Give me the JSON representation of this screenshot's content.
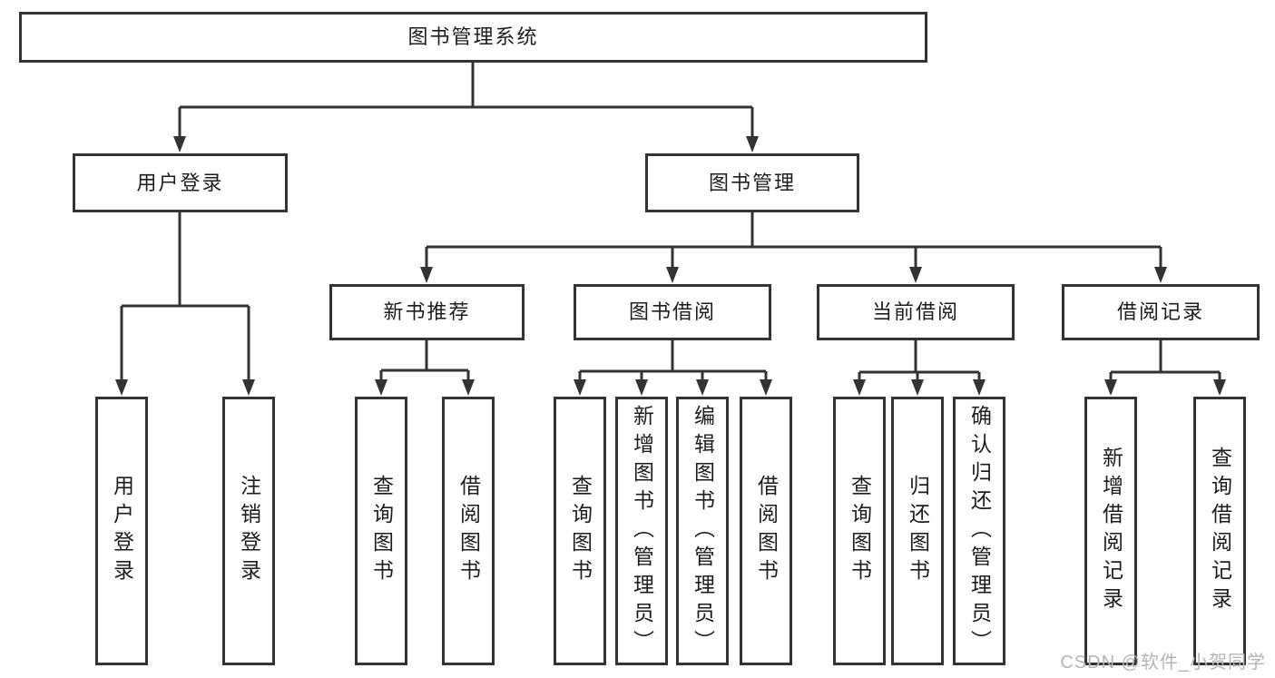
{
  "diagram_type": "functional-structure-tree",
  "tree": {
    "label": "图书管理系统",
    "children": [
      {
        "label": "用户登录",
        "children": [
          {
            "label": "用户登录"
          },
          {
            "label": "注销登录"
          }
        ]
      },
      {
        "label": "图书管理",
        "children": [
          {
            "label": "新书推荐",
            "children": [
              {
                "label": "查询图书"
              },
              {
                "label": "借阅图书"
              }
            ]
          },
          {
            "label": "图书借阅",
            "children": [
              {
                "label": "查询图书"
              },
              {
                "label": "新增图书（管理员）"
              },
              {
                "label": "编辑图书（管理员）"
              },
              {
                "label": "借阅图书"
              }
            ]
          },
          {
            "label": "当前借阅",
            "children": [
              {
                "label": "查询图书"
              },
              {
                "label": "归还图书"
              },
              {
                "label": "确认归还（管理员）"
              }
            ]
          },
          {
            "label": "借阅记录",
            "children": [
              {
                "label": "新增借阅记录"
              },
              {
                "label": "查询借阅记录"
              }
            ]
          }
        ]
      }
    ]
  },
  "watermark": "CSDN @软件_小贺同学",
  "colors": {
    "line": "#333333",
    "text": "#1d1d1d",
    "watermark": "#b5b5b5",
    "background": "#ffffff"
  }
}
